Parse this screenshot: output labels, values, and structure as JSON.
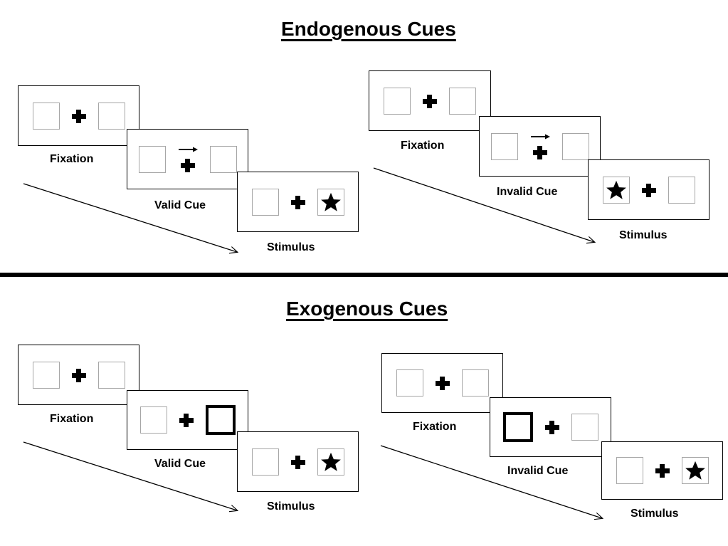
{
  "figure": {
    "title_endogenous": "Endogenous Cues",
    "title_exogenous": "Exogenous Cues"
  },
  "sections": [
    {
      "name": "endogenous",
      "title": "Endogenous Cues",
      "columns": [
        {
          "name": "valid",
          "panels": [
            {
              "label": "Fixation",
              "left_box": "empty",
              "right_box": "empty",
              "cue": "none"
            },
            {
              "label": "Valid Cue",
              "left_box": "empty",
              "right_box": "empty",
              "cue": "arrow-right"
            },
            {
              "label": "Stimulus",
              "left_box": "empty",
              "right_box": "star",
              "cue": "none"
            }
          ]
        },
        {
          "name": "invalid",
          "panels": [
            {
              "label": "Fixation",
              "left_box": "empty",
              "right_box": "empty",
              "cue": "none"
            },
            {
              "label": "Invalid Cue",
              "left_box": "empty",
              "right_box": "empty",
              "cue": "arrow-right"
            },
            {
              "label": "Stimulus",
              "left_box": "star",
              "right_box": "empty",
              "cue": "none"
            }
          ]
        }
      ]
    },
    {
      "name": "exogenous",
      "title": "Exogenous Cues",
      "columns": [
        {
          "name": "valid",
          "panels": [
            {
              "label": "Fixation",
              "left_box": "empty",
              "right_box": "empty",
              "cue": "none"
            },
            {
              "label": "Valid Cue",
              "left_box": "empty",
              "right_box": "cued",
              "cue": "none"
            },
            {
              "label": "Stimulus",
              "left_box": "empty",
              "right_box": "star",
              "cue": "none"
            }
          ]
        },
        {
          "name": "invalid",
          "panels": [
            {
              "label": "Fixation",
              "left_box": "empty",
              "right_box": "empty",
              "cue": "none"
            },
            {
              "label": "Invalid Cue",
              "left_box": "cued",
              "right_box": "empty",
              "cue": "none"
            },
            {
              "label": "Stimulus",
              "left_box": "empty",
              "right_box": "star",
              "cue": "none"
            }
          ]
        }
      ]
    }
  ],
  "labels": {
    "fixation": "Fixation",
    "valid_cue": "Valid Cue",
    "invalid_cue": "Invalid Cue",
    "stimulus": "Stimulus"
  },
  "colors": {
    "ink": "#000000",
    "box_border": "#a6a6a6",
    "panel_border": "#000000",
    "background": "#ffffff"
  }
}
